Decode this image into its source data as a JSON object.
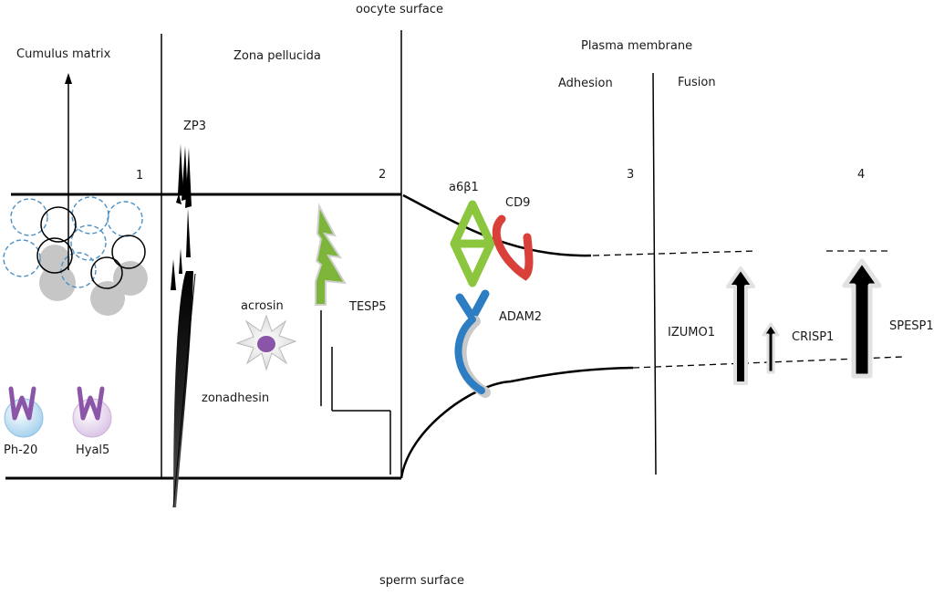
{
  "labels": {
    "oocyte_surface": "oocyte surface",
    "sperm_surface": "sperm surface",
    "cumulus_matrix": "Cumulus matrix",
    "zona_pellucida": "Zona pellucida",
    "plasma_membrane": "Plasma membrane",
    "adhesion": "Adhesion",
    "fusion": "Fusion"
  },
  "stages": [
    "1",
    "2",
    "3",
    "4"
  ],
  "proteins": {
    "zp3": "ZP3",
    "acrosin": "acrosin",
    "zonadhesin": "zonadhesin",
    "tesp5": "TESP5",
    "ph20": "Ph-20",
    "hyal5": "Hyal5",
    "a6b1": "a6β1",
    "cd9": "CD9",
    "adam2": "ADAM2",
    "izumo1": "IZUMO1",
    "crisp1": "CRISP1",
    "spesp1": "SPESP1"
  },
  "colors": {
    "integrin": "#8cc63f",
    "cd9": "#d9403a",
    "adam2": "#2d7dc2",
    "tesp5": "#7db53a",
    "acrosin_core": "#8a55a8",
    "enzyme_sphere": "#bcdcf0",
    "enzyme_sphere_hyal5": "#e2cfe8",
    "enzyme_w": "#8b56a8",
    "cumulus_dashed": "#4a8fc4",
    "cumulus_gray": "#c6c6c6"
  },
  "icons": {
    "enzyme": "w-shaped-enzyme-icon",
    "acrosin": "star-protein-icon",
    "tesp5": "tree-protein-icon",
    "arrow": "upward-arrow-icon"
  }
}
